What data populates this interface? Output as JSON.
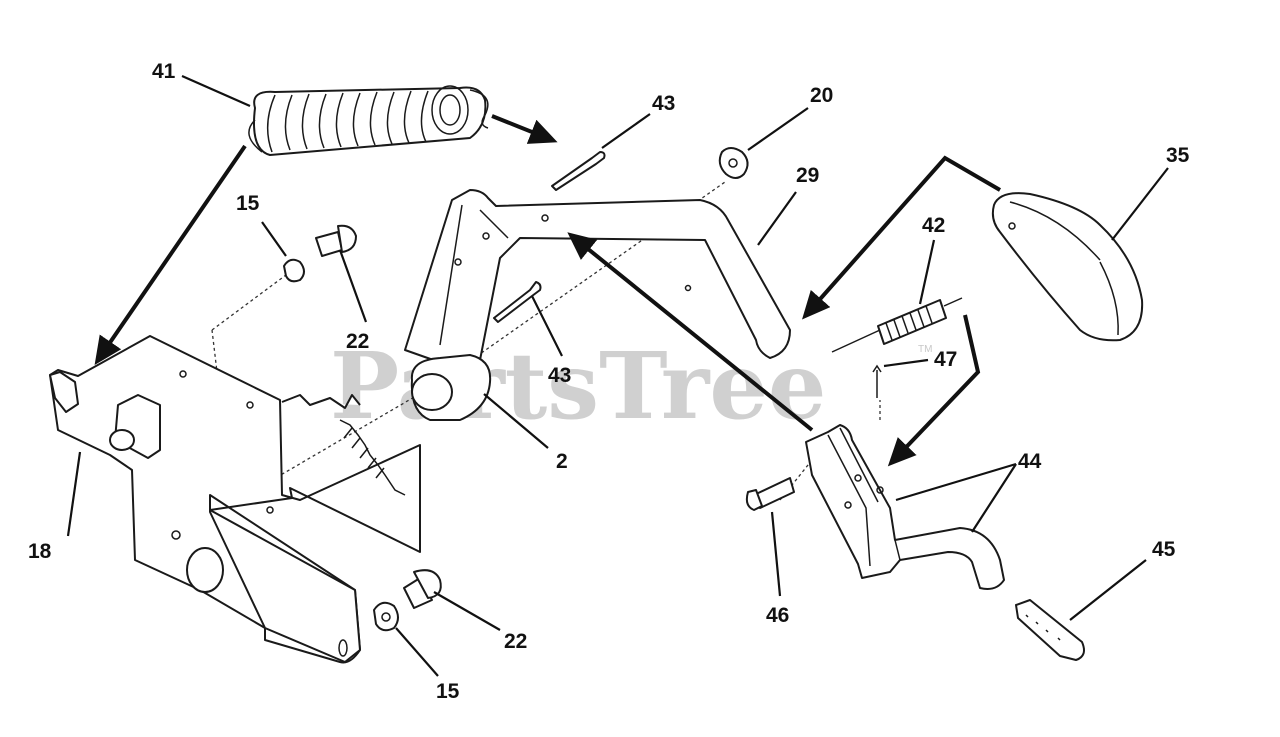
{
  "watermark": {
    "text": "PartsTree",
    "trademark": "TM"
  },
  "callouts": {
    "c41": "41",
    "c43_top": "43",
    "c20": "20",
    "c35": "35",
    "c29": "29",
    "c15_top": "15",
    "c42": "42",
    "c22_top": "22",
    "c43_mid": "43",
    "c47": "47",
    "c2": "2",
    "c44": "44",
    "c18": "18",
    "c45": "45",
    "c46": "46",
    "c22_bottom": "22",
    "c15_bottom": "15"
  }
}
